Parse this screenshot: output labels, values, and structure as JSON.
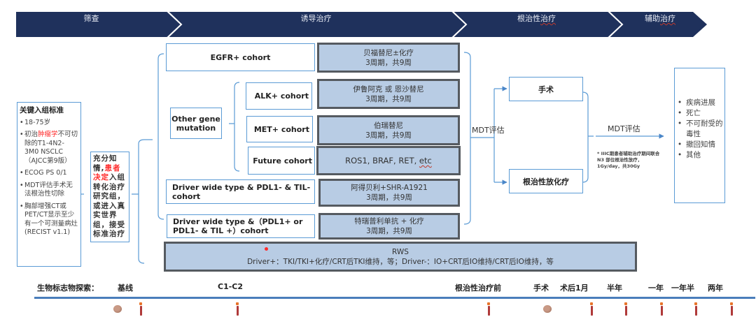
{
  "header": {
    "phases": [
      {
        "label": "筛查"
      },
      {
        "label": "诱导治疗"
      },
      {
        "label_plain": "根治性",
        "label_underlined": "治疗"
      },
      {
        "label_plain": "辅助",
        "label_underlined": "治疗"
      }
    ],
    "bar_color": "#1f315c"
  },
  "criteria": {
    "title": "关键入组标准",
    "items": [
      {
        "text": "18-75岁"
      },
      {
        "pre": "初治",
        "highlight": "肿瘤学",
        "post": "不可切除的T1-4N2-3M0 NSCLC（AJCC第9版）"
      },
      {
        "text": "ECOG PS  0/1"
      },
      {
        "text": "MDT评估手术无法根治性切除"
      },
      {
        "text": "胸部增强CT或PET/CT显示至少有一个可测量病灶(RECIST v1.1)"
      }
    ]
  },
  "consent": {
    "pre": "充分知情,",
    "highlight": "患者决定",
    "post": "入组转化治疗研究组，或进入真实世界组，接受标准治疗"
  },
  "cohorts": {
    "egfr": {
      "label": "EGFR+ cohort",
      "drug": "贝福替尼±化疗",
      "schedule": "3周期，共9周"
    },
    "other_gene": {
      "label": "Other gene mutation"
    },
    "alk": {
      "label": "ALK+ cohort",
      "drug": "伊鲁阿克 或 恩沙替尼",
      "schedule": "3周期，共9周"
    },
    "met": {
      "label": "MET+ cohort",
      "drug": "伯瑞替尼",
      "schedule": "3周期，共9周"
    },
    "future": {
      "label": "Future cohort",
      "drug_pre": "ROS1, BRAF, RET, ",
      "drug_underlined": "etc"
    },
    "wt_neg": {
      "label": "Driver wide type & PDL1- & TIL- cohort",
      "drug": "阿得贝利+SHR-A1921",
      "schedule": "3周期，共9周"
    },
    "wt_pos": {
      "label": "Driver wide type &（PDL1+ or PDL1-  & TIL +）cohort",
      "drug": "特瑞普利单抗 + 化疗",
      "schedule": "3周期，共9周"
    }
  },
  "rws": {
    "title": "RWS",
    "detail": "Driver+：TKI/TKI+化疗/CRT后TKI维持，等；Driver-：IO+CRT后IO维持/CRT后IO维持，等"
  },
  "definitive": {
    "mdt_label_1": "MDT评估",
    "surgery": "手术",
    "chemoradio": "根治性放化疗",
    "mdt_label_2": "MDT评估",
    "note": "* IIIC期患者辅助治疗期间联合 N3 部位根治性放疗，1Gy/day，共30Gy"
  },
  "outcomes": {
    "items": [
      "疾病进展",
      "死亡",
      "不可耐受的毒性",
      "撤回知情",
      "其他"
    ]
  },
  "timeline": {
    "title": "生物标志物探索：",
    "points": [
      {
        "label": "基线",
        "tissue": true,
        "blood": true
      },
      {
        "label": "C1-C2",
        "tissue": false,
        "blood": true
      },
      {
        "label": "根治性治疗前",
        "tissue": false,
        "blood": true
      },
      {
        "label": "手术",
        "tissue": true,
        "blood": false
      },
      {
        "label": "术后1月",
        "tissue": false,
        "blood": true
      },
      {
        "label": "半年",
        "tissue": false,
        "blood": true
      },
      {
        "label": "一年",
        "tissue": false,
        "blood": true
      },
      {
        "label": "一年半",
        "tissue": false,
        "blood": true
      },
      {
        "label": "两年",
        "tissue": false,
        "blood": true
      }
    ],
    "line_color": "#4a7ebb",
    "tube_color": "#b03a3a",
    "tube_cap_color": "#e8742a",
    "tissue_color": "#c99a86"
  },
  "colors": {
    "box_border": "#5b9bd5",
    "drug_fill": "#b8cce4",
    "drug_border": "#555a60",
    "arrow": "#4a86c8",
    "highlight_red": "#ff2b2b"
  }
}
